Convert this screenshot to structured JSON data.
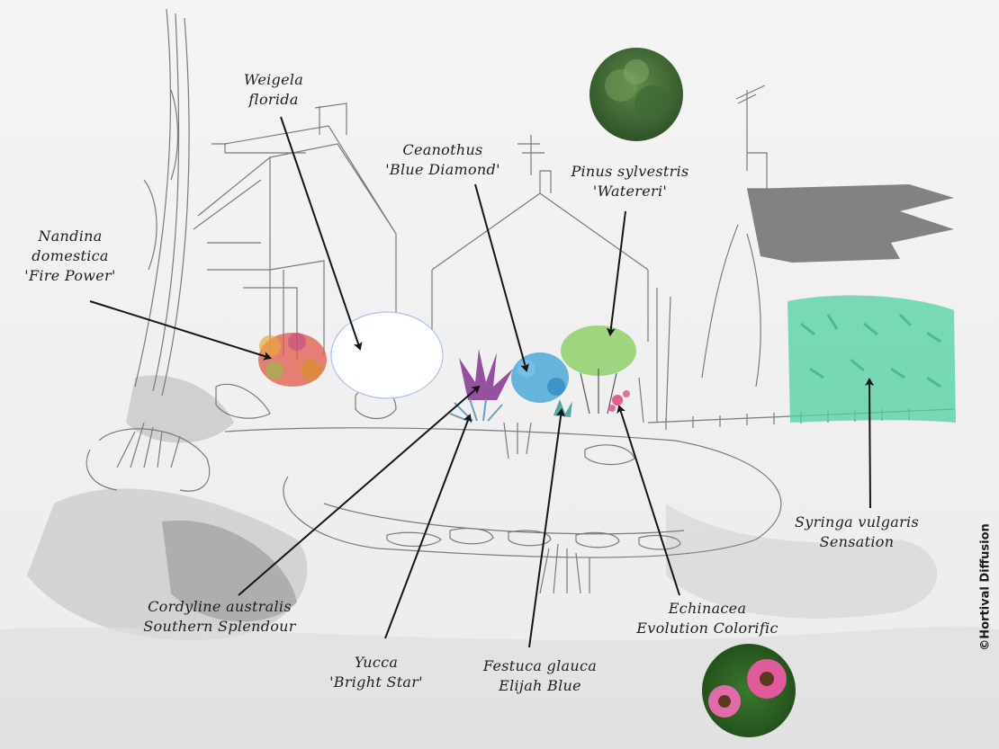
{
  "labels": {
    "weigela": {
      "line1": "Weigela",
      "line2": "florida"
    },
    "ceanothus": {
      "line1": "Ceanothus",
      "line2": "'Blue Diamond'"
    },
    "pinus": {
      "line1": "Pinus sylvestris",
      "line2": "'Watereri'"
    },
    "nandina": {
      "line1": "Nandina",
      "line2": "domestica",
      "line3": "'Fire Power'"
    },
    "syringa": {
      "line1": "Syringa vulgaris",
      "line2": "Sensation"
    },
    "cordyline": {
      "line1": "Cordyline australis",
      "line2": "Southern Splendour"
    },
    "echinacea": {
      "line1": "Echinacea",
      "line2": "Evolution Colorific"
    },
    "yucca": {
      "line1": "Yucca",
      "line2": "'Bright Star'"
    },
    "festuca": {
      "line1": "Festuca glauca",
      "line2": "Elijah Blue"
    }
  },
  "copyright": "©Hortival Diffusion",
  "colors": {
    "nandina": "#e2584a",
    "weigela": "#ffffff",
    "cordyline": "#8a3f96",
    "ceanothus": "#4da8d8",
    "pinus": "#8fd06a",
    "festuca": "#3fa39a",
    "echinacea": "#e0508a",
    "syringa": "#4fd2a0"
  }
}
